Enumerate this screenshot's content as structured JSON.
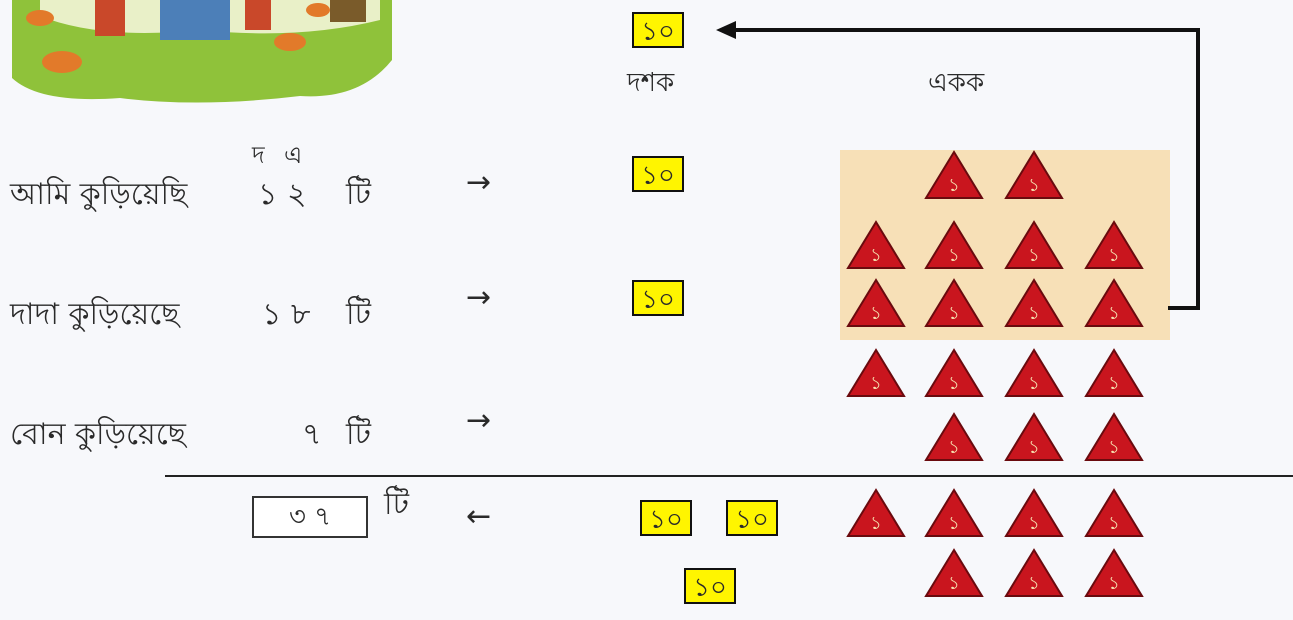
{
  "header": {
    "tens_label": "দশক",
    "units_label": "একক",
    "top_ten_box": "১০"
  },
  "column_letters": {
    "tens": "দ",
    "units": "এ"
  },
  "rows": [
    {
      "text": "আমি কুড়িয়েছি",
      "digits": "১ ২",
      "suffix": "টি",
      "arrow": "→",
      "ten_box": "১০"
    },
    {
      "text": "দাদা কুড়িয়েছে",
      "digits": "১ ৮",
      "suffix": "টি",
      "arrow": "→",
      "ten_box": "১০"
    },
    {
      "text": "বোন কুড়িয়েছে",
      "digits": "৭",
      "suffix": "টি",
      "arrow": "→"
    }
  ],
  "total": {
    "value": "৩ ৭",
    "suffix": "টি",
    "arrow": "←",
    "ten_boxes": [
      "১০",
      "১০",
      "১০"
    ]
  },
  "unit_triangle_label": "১",
  "colors": {
    "ten_box_fill": "#fff500",
    "triangle_fill": "#c9151e",
    "highlight": "#f7e0b7"
  }
}
